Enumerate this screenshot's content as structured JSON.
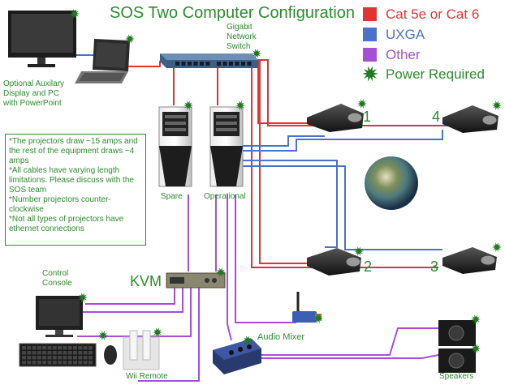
{
  "title": "SOS Two Computer Configuration",
  "legend": [
    {
      "label": "Cat 5e or Cat 6",
      "color": "#e23333",
      "text_color": "#e23333"
    },
    {
      "label": "UXGA",
      "color": "#4a72c9",
      "text_color": "#4a72c9"
    },
    {
      "label": "Other",
      "color": "#a64fd6",
      "text_color": "#a64fd6"
    },
    {
      "label": "Power Required",
      "icon": "green-starburst-icon",
      "text_color": "#2e8b2e"
    }
  ],
  "labels": {
    "switch": "Gigabit\nNetwork\nSwitch",
    "aux": "Optional Auxilary\nDisplay and PC\nwith PowerPoint",
    "spare": "Spare",
    "operational": "Operational",
    "kvm": "KVM",
    "control_console": "Control\nConsole",
    "wii": "Wii Remote",
    "audio_mixer": "Audio Mixer",
    "speakers": "Speakers"
  },
  "projector_numbers": [
    "1",
    "2",
    "3",
    "4"
  ],
  "notes": [
    "*The projectors draw ~15 amps and the rest of the equipment draws ~4 amps",
    "*All cables have varying length limitations. Please discuss with the SOS team",
    "*Number projectors counter-clockwise",
    "*Not all types of projectors have ethernet connections"
  ],
  "colors": {
    "green": "#2e8b2e",
    "red": "#e23333",
    "blue": "#4a72c9",
    "purple": "#a64fd6"
  }
}
